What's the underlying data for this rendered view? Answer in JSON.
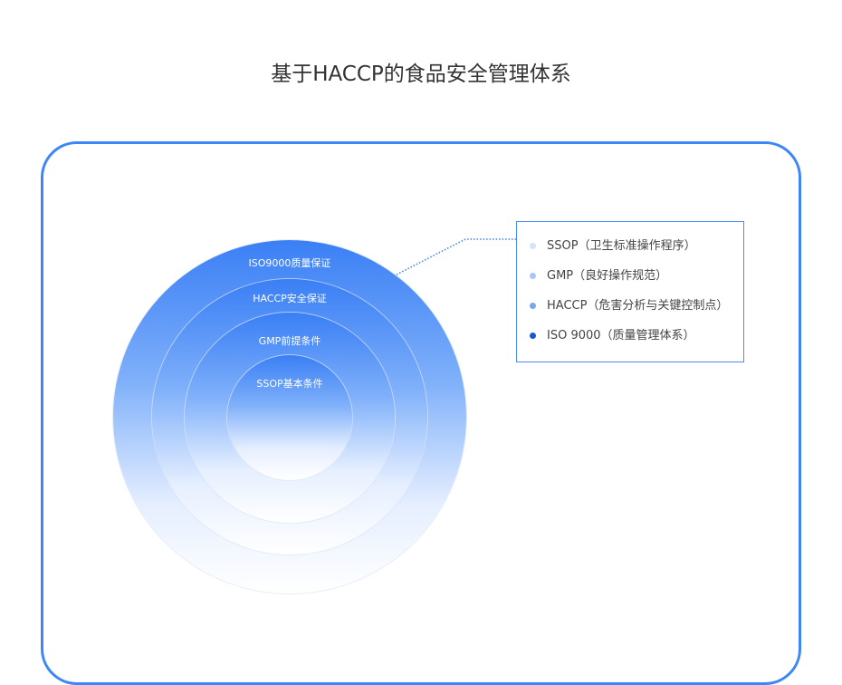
{
  "title": "基于HACCP的食品安全管理体系",
  "rings": [
    "ISO9000质量保证",
    "HACCP安全保证",
    "GMP前提条件",
    "SSOP基本条件"
  ],
  "legend": [
    {
      "label": "SSOP（卫生标准操作程序）",
      "color": "#d3e2fb"
    },
    {
      "label": "GMP（良好操作规范）",
      "color": "#a9c6f8"
    },
    {
      "label": "HACCP（危害分析与关键控制点）",
      "color": "#7ba6f0"
    },
    {
      "label": "ISO 9000（质量管理体系）",
      "color": "#1a56d8"
    }
  ]
}
